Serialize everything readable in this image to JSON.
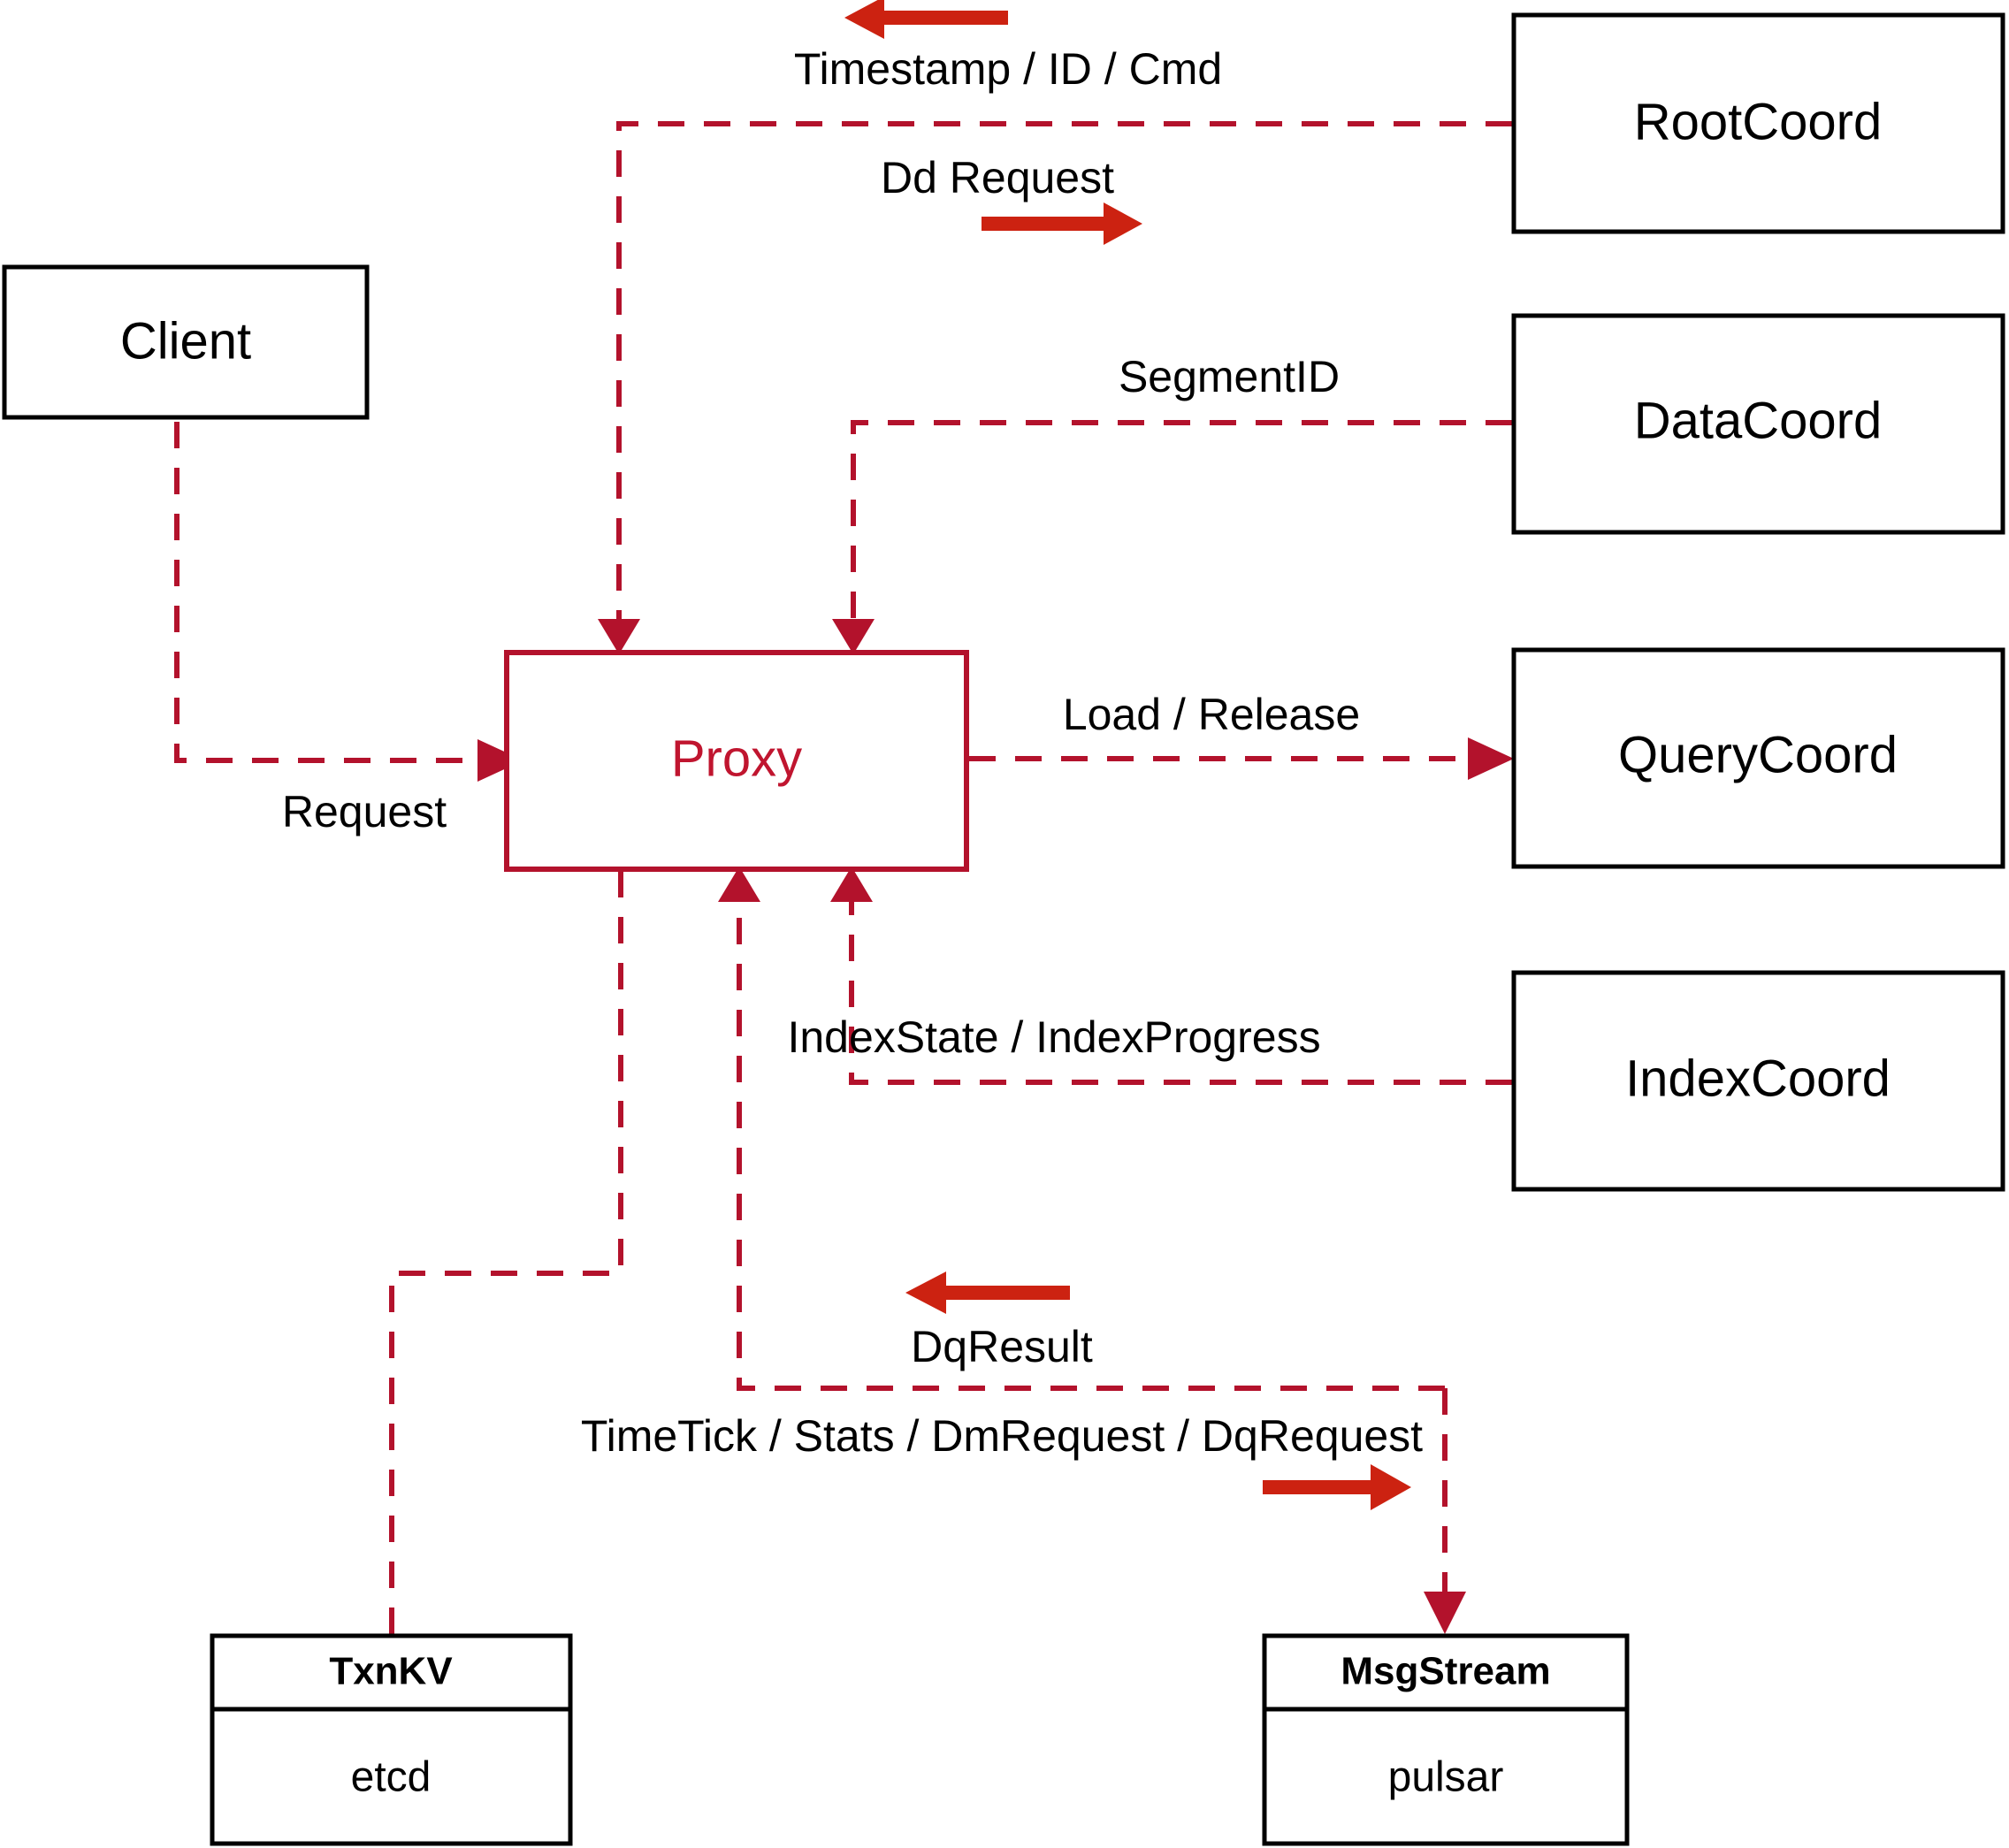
{
  "diagram": {
    "title": "Milvus Proxy Interaction Diagram",
    "accent_color": "#b3122c",
    "arrow_color": "#cc2211",
    "node_color": "#000000",
    "background": "#ffffff"
  },
  "nodes": {
    "client": {
      "label": "Client"
    },
    "proxy": {
      "label": "Proxy"
    },
    "root_coord": {
      "label": "RootCoord"
    },
    "data_coord": {
      "label": "DataCoord"
    },
    "query_coord": {
      "label": "QueryCoord"
    },
    "index_coord": {
      "label": "IndexCoord"
    },
    "txnkv": {
      "title": "TxnKV",
      "impl": "etcd"
    },
    "msgstream": {
      "title": "MsgStream",
      "impl": "pulsar"
    }
  },
  "edges": [
    {
      "id": "client-proxy",
      "label": "Request",
      "from": "client",
      "to": "proxy",
      "direction": "right"
    },
    {
      "id": "proxy-rootcoord",
      "label": "Timestamp / ID / Cmd",
      "from": "root_coord",
      "to": "proxy",
      "direction": "left"
    },
    {
      "id": "proxy-rootcoord-dd",
      "label": "Dd Request",
      "from": "proxy",
      "to": "root_coord",
      "direction": "right"
    },
    {
      "id": "datacoord-proxy",
      "label": "SegmentID",
      "from": "data_coord",
      "to": "proxy",
      "direction": "left"
    },
    {
      "id": "proxy-querycoord",
      "label": "Load / Release",
      "from": "proxy",
      "to": "query_coord",
      "direction": "right"
    },
    {
      "id": "indexcoord-proxy",
      "label": "IndexState / IndexProgress",
      "from": "index_coord",
      "to": "proxy",
      "direction": "left"
    },
    {
      "id": "msgstream-proxy",
      "label": "DqResult",
      "from": "msgstream",
      "to": "proxy",
      "direction": "left"
    },
    {
      "id": "proxy-msgstream",
      "label": "TimeTick / Stats / DmRequest / DqRequest",
      "from": "proxy",
      "to": "msgstream",
      "direction": "right"
    }
  ]
}
